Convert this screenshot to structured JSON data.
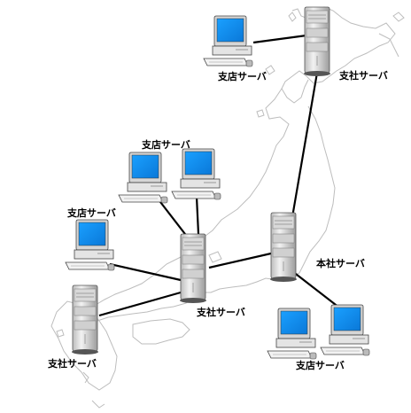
{
  "colors": {
    "link": "#000000",
    "map_outline": "#bdbdbd",
    "screen": "#0a8ff0",
    "server_body": "#e6e6e6",
    "server_shade": "#9a9a9a"
  },
  "icons": {
    "server": "tower-server-icon",
    "client": "desktop-pc-icon"
  },
  "labels": {
    "hq_server": "本社サーバ",
    "branch_office_north": "支社サーバ",
    "branch_office_central": "支社サーバ",
    "branch_office_west": "支社サーバ",
    "branch_store_north": "支店サーバ",
    "branch_store_central": "支店サーバ",
    "branch_store_west": "支店サーバ",
    "branch_store_hq": "支店サーバ"
  }
}
